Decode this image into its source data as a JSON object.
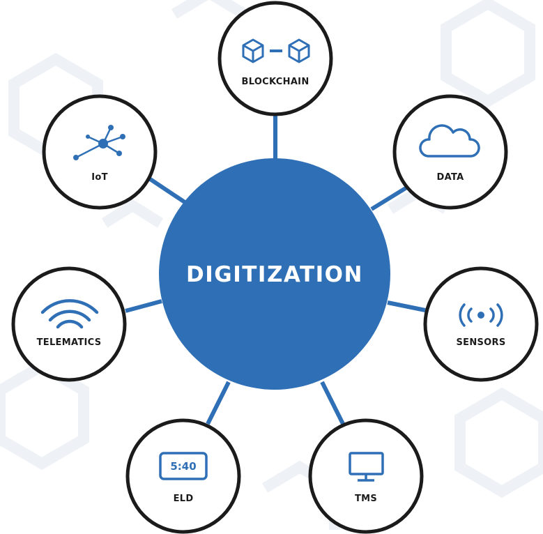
{
  "hub": {
    "label": "DIGITIZATION"
  },
  "nodes": [
    {
      "id": "blockchain",
      "label": "BLOCKCHAIN",
      "icon": "blockchain-icon"
    },
    {
      "id": "iot",
      "label": "IoT",
      "icon": "network-hub-icon"
    },
    {
      "id": "data",
      "label": "DATA",
      "icon": "cloud-icon"
    },
    {
      "id": "telematics",
      "label": "TELEMATICS",
      "icon": "wifi-signal-icon"
    },
    {
      "id": "sensors",
      "label": "SENSORS",
      "icon": "broadcast-sensor-icon"
    },
    {
      "id": "eld",
      "label": "ELD",
      "icon": "eld-clock-icon",
      "display": "5:40"
    },
    {
      "id": "tms",
      "label": "TMS",
      "icon": "monitor-icon"
    }
  ],
  "colors": {
    "accent": "#2f6fb5",
    "node_border": "#1b1b1b",
    "background": "#ffffff",
    "pattern": "#eef2f7"
  }
}
